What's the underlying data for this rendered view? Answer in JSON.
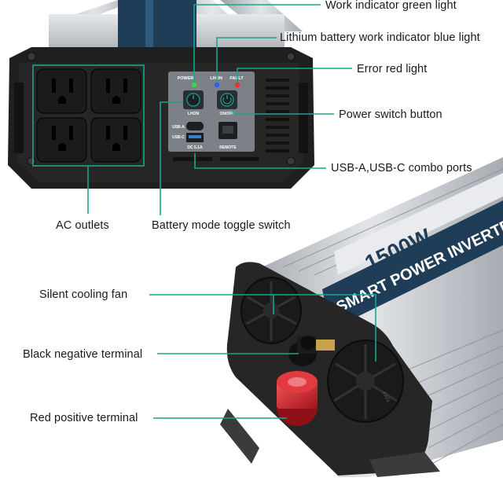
{
  "panel": {
    "power_label": "POWER",
    "lihon_label": "LHON",
    "fault_label": "FAULT",
    "mode_button_label": "LHON",
    "onoff_label": "ON/OFF",
    "usb_a_label": "USB-A",
    "usb_c_label": "USB-C",
    "dc_label": "DC 5.1A",
    "remote_label": "REMOTE"
  },
  "product_label": {
    "model": "1500W",
    "title": "SMART POWER INVERTER"
  },
  "fan_label": "FAN",
  "callouts": {
    "work_indicator": "Work indicator green light",
    "lithium_indicator": "Lithium battery work indicator blue light",
    "error_light": "Error red light",
    "power_switch": "Power switch button",
    "usb_ports": "USB-A,USB-C combo ports",
    "ac_outlets": "AC outlets",
    "battery_toggle": "Battery mode toggle switch",
    "cooling_fan": "Silent cooling fan",
    "negative_terminal": "Black negative terminal",
    "positive_terminal": "Red positive terminal"
  },
  "colors": {
    "leader_line": "#1aa58c",
    "body_black": "#1f1f1f",
    "aluminum": "#c9ccd0",
    "label_blue": "#1f3d57",
    "indicator_green": "#37d64a",
    "indicator_blue": "#2f5bff",
    "indicator_red": "#ff2a2a",
    "terminal_red": "#d2232a"
  }
}
